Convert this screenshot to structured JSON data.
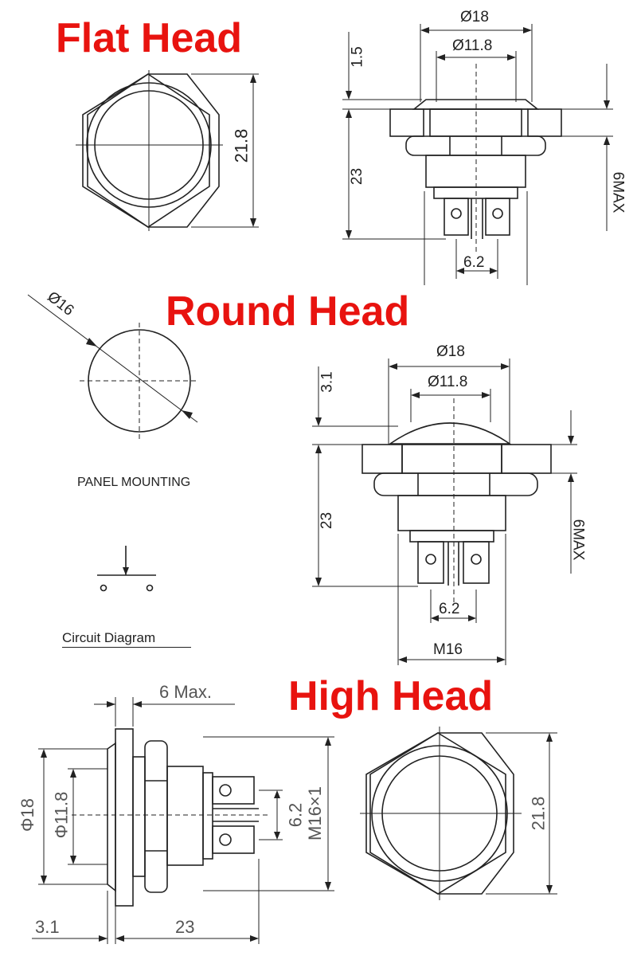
{
  "titles": {
    "flat": "Flat Head",
    "round": "Round Head",
    "high": "High Head"
  },
  "colors": {
    "title": "#e8130f",
    "line": "#222222"
  },
  "flat_head": {
    "top_view": {
      "height": "21.8"
    },
    "side_view": {
      "outer_dia": "Ø18",
      "inner_dia": "Ø11.8",
      "head": "1.5",
      "length": "23",
      "panel_max": "6MAX",
      "terminal_spacing": "6.2"
    }
  },
  "round_head": {
    "panel_mounting": {
      "hole_dia": "Ø16",
      "caption": "PANEL MOUNTING"
    },
    "circuit_diagram": {
      "caption": "Circuit Diagram"
    },
    "side_view": {
      "outer_dia": "Ø18",
      "inner_dia": "Ø11.8",
      "head": "3.1",
      "length": "23",
      "panel_max": "6MAX",
      "terminal_spacing": "6.2",
      "thread": "M16"
    }
  },
  "high_head": {
    "side_view": {
      "panel_max": "6 Max.",
      "outer_dia": "Φ18",
      "inner_dia": "Φ11.8",
      "terminal_spacing": "6.2",
      "thread": "M16×1",
      "head": "3.1",
      "length": "23"
    },
    "top_view": {
      "height": "21.8"
    }
  }
}
